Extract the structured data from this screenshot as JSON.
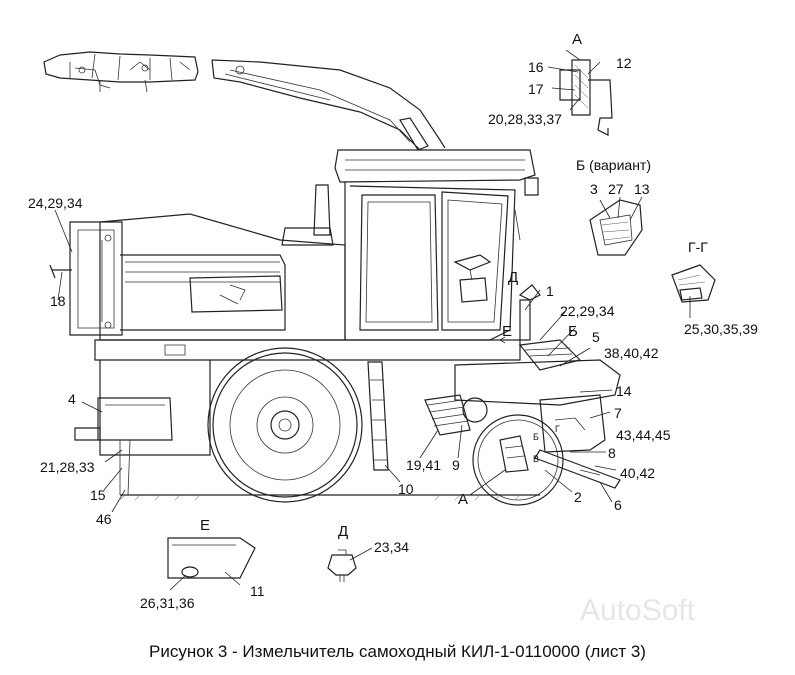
{
  "caption": "Рисунок 3 - Измельчитель самоходный КИЛ-1-0110000 (лист 3)",
  "watermark": "AutoSoft",
  "callouts": {
    "c16": "16",
    "c12": "12",
    "c17": "17",
    "c20": "20,28,33,37",
    "c_b_var": "Б (вариант)",
    "c3": "3",
    "c27": "27",
    "c13": "13",
    "c24": "24,29,34",
    "c18": "18",
    "c_gg": "Г-Г",
    "c25": "25,30,35,39",
    "c_d1": "Д",
    "c1": "1",
    "c22": "22,29,34",
    "c_e1": "Е",
    "c_b1": "Б",
    "c5": "5",
    "c38": "38,40,42",
    "c14": "14",
    "c7": "7",
    "c43": "43,44,45",
    "c8": "8",
    "c40": "40,42",
    "c6": "6",
    "c2": "2",
    "c_a1": "А",
    "c19": "19,41",
    "c9": "9",
    "c10": "10",
    "c4": "4",
    "c21": "21,28,33",
    "c15": "15",
    "c46": "46",
    "c_e2": "Е",
    "c11": "11",
    "c26": "26,31,36",
    "c_d2": "Д",
    "c23": "23,34",
    "c_a_top": "А",
    "c_b_small": "Б",
    "c_v_small": "В",
    "c_g_small": "Г"
  }
}
